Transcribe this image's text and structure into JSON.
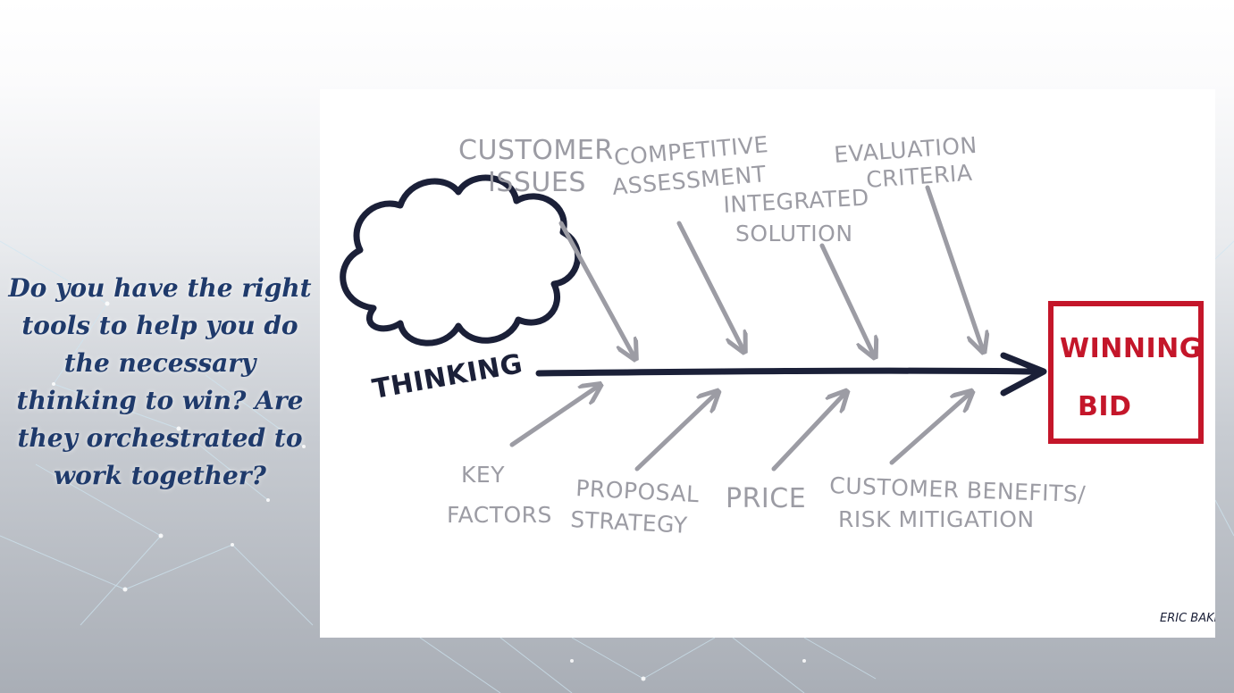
{
  "slide": {
    "question": "Do you have the right tools to help you do the necessary thinking to win? Are they orchestrated to work together?"
  },
  "diagram": {
    "cloud_label": "THINKING",
    "goal_label_line1": "WINNING",
    "goal_label_line2": "BID",
    "top_bones": {
      "customer_issues": [
        "CUSTOMER",
        "ISSUES"
      ],
      "competitive_assessment": [
        "COMPETITIVE",
        "ASSESSMENT"
      ],
      "integrated_solution": [
        "INTEGRATED",
        "SOLUTION"
      ],
      "evaluation_criteria": [
        "EVALUATION",
        "CRITERIA"
      ]
    },
    "bottom_bones": {
      "key_factors": [
        "KEY",
        "FACTORS"
      ],
      "proposal_strategy": [
        "PROPOSAL",
        "STRATEGY"
      ],
      "price": [
        "PRICE"
      ],
      "customer_benefits": [
        "CUSTOMER BENEFITS/",
        "RISK MITIGATION"
      ]
    },
    "signature": "ERIC BAKEY"
  },
  "colors": {
    "spine": "#1b2038",
    "bones": "#9c9ca4",
    "goal": "#c4162a",
    "question_text": "#1f3a6b"
  }
}
